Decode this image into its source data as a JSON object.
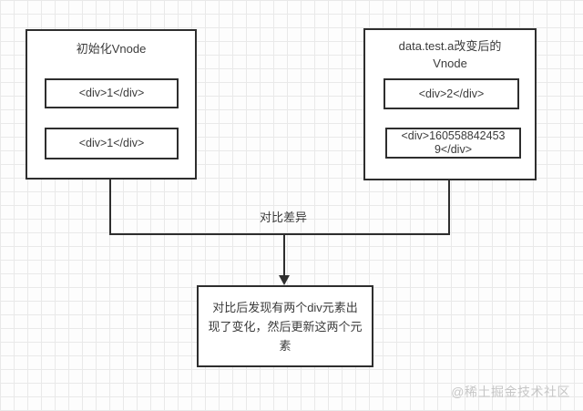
{
  "colors": {
    "box_border": "#2e2e2e",
    "box_fill": "#ffffff",
    "text": "#3b3b3b",
    "grid_line": "#e9e9e9",
    "canvas_background": "#fdfdfd",
    "watermark": "#c6c6c6"
  },
  "nodes": {
    "initial": {
      "title": "初始化Vnode",
      "child1": "<div>1</div>",
      "child2": "<div>1</div>"
    },
    "changed": {
      "title_lines": [
        "data.test.a改变后的",
        "Vnode"
      ],
      "child1": "<div>2</div>",
      "child2_lines": [
        "<div>160558842453",
        "9</div>"
      ]
    },
    "result": {
      "lines": [
        "对比后发现有两个div元素出",
        "现了变化，然后更新这两个元",
        "素"
      ]
    }
  },
  "edges": {
    "compare_label": "对比差异"
  },
  "watermark": "@稀土掘金技术社区"
}
